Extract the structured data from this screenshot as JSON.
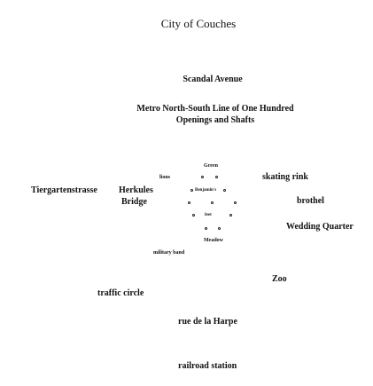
{
  "title": "City of Couches",
  "labels": {
    "scandal_avenue": "Scandal Avenue",
    "metro_line_1": "Metro North-South Line of One Hundred",
    "metro_line_2": "Openings and Shafts",
    "green": "Green",
    "lions": "lions",
    "skating_rink": "skating rink",
    "tiergartenstrasse": "Tiergartenstrasse",
    "herkules": "Herkules",
    "bridge": "Bridge",
    "benjamins": "Benjamin's",
    "brothel": "brothel",
    "feet": "feet",
    "wedding_quarter": "Wedding Quarter",
    "meadow": "Meadow",
    "military_band": "military band",
    "zoo": "Zoo",
    "traffic_circle": "traffic circle",
    "rue_de_la_harpe": "rue de la Harpe",
    "railroad_station": "railroad station"
  }
}
